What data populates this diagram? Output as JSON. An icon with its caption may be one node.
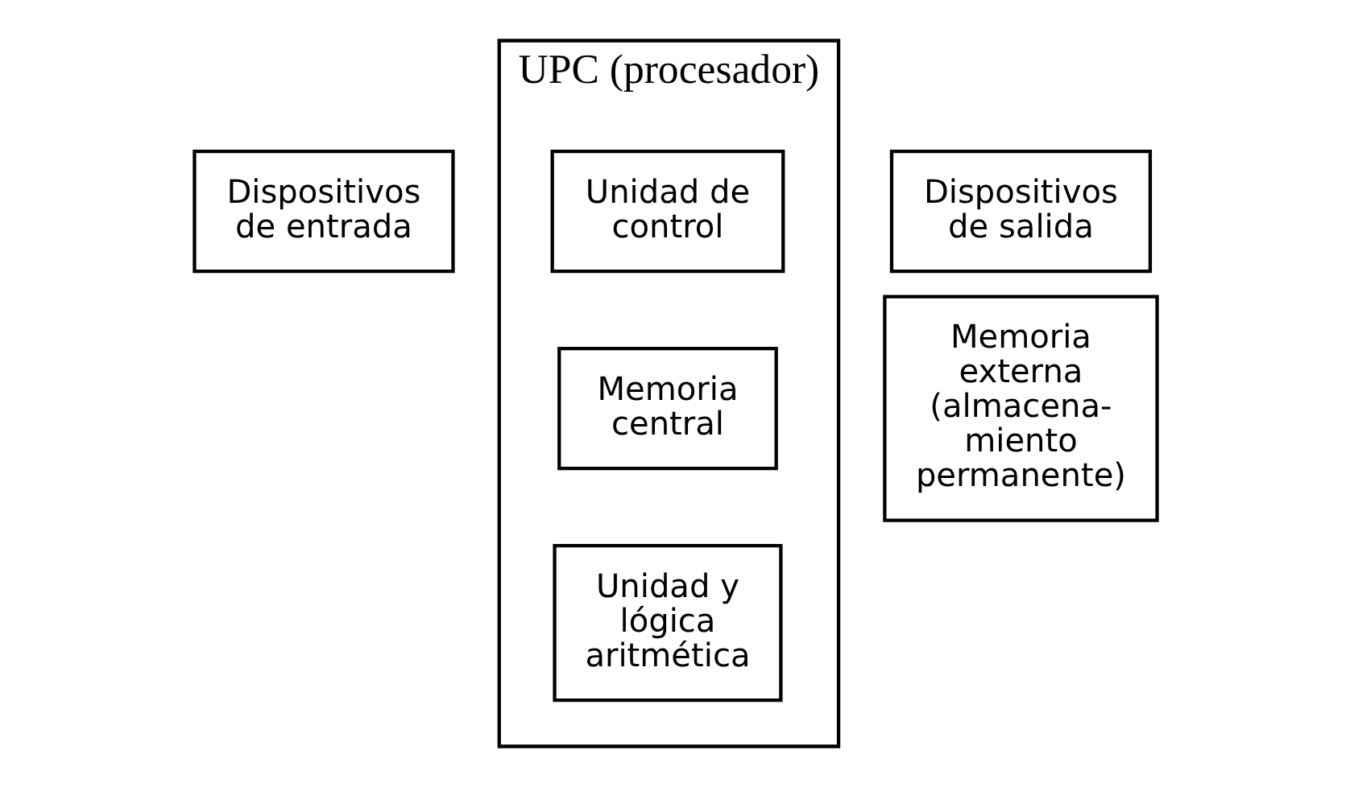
{
  "diagram": {
    "nodes": [
      {
        "text": [
          "Dispositivos de entrada"
        ]
      },
      {
        "text": [
          "UPC (procesador)"
        ]
      },
      {
        "text": [
          "Unidad de control"
        ],
        "in": 1
      },
      {
        "text": [
          "Memoria central"
        ],
        "in": 1
      },
      {
        "text": [
          "Unidad y lógica aritmética"
        ],
        "in": 1
      },
      {
        "text": [
          "Dispositivos de salida"
        ]
      },
      {
        "text": [
          "Memoria externa (almacena- miento permanente)"
        ]
      }
    ]
  }
}
